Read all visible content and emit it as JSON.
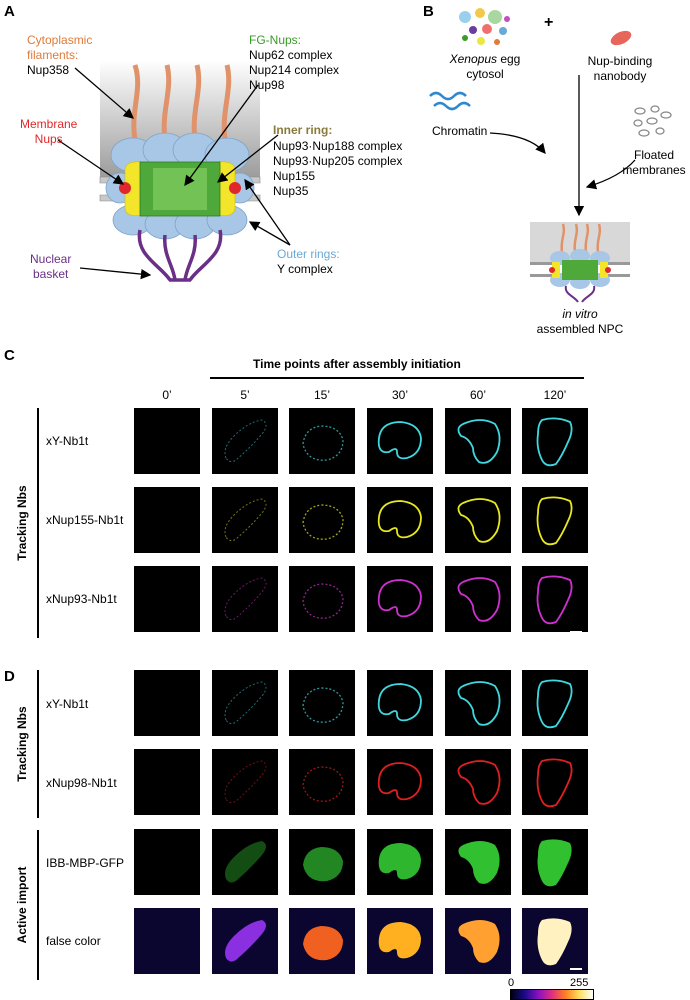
{
  "panels": {
    "A": "A",
    "B": "B",
    "C": "C",
    "D": "D"
  },
  "panelA": {
    "cyto": {
      "title1": "Cytoplasmic",
      "title2": "filaments:",
      "item": "Nup358"
    },
    "fg": {
      "title": "FG-Nups:",
      "items": [
        "Nup62 complex",
        "Nup214 complex",
        "Nup98"
      ]
    },
    "membrane": {
      "line1": "Membrane",
      "line2": "Nups"
    },
    "inner": {
      "title": "Inner ring:",
      "items": [
        "Nup93·Nup188 complex",
        "Nup93·Nup205 complex",
        "Nup155",
        "Nup35"
      ]
    },
    "outer": {
      "title": "Outer rings:",
      "item": "Y complex"
    },
    "basket": {
      "line1": "Nuclear",
      "line2": "basket"
    }
  },
  "panelB": {
    "xenopus_italic": "Xenopus",
    "xenopus_rest": " egg",
    "cytosol": "cytosol",
    "plus": "+",
    "nanobody1": "Nup-binding",
    "nanobody2": "nanobody",
    "chromatin": "Chromatin",
    "floated1": "Floated",
    "floated2": "membranes",
    "invitro": "in vitro",
    "assembled": "assembled NPC"
  },
  "panelC": {
    "header": "Time points after assembly initiation",
    "timepoints": [
      "0’",
      "5’",
      "15’",
      "30’",
      "60’",
      "120’"
    ],
    "group": "Tracking Nbs",
    "rows": [
      "xY-Nb1t",
      "xNup155-Nb1t",
      "xNup93-Nb1t"
    ]
  },
  "panelD": {
    "group1": "Tracking Nbs",
    "group2": "Active import",
    "rows": [
      "xY-Nb1t",
      "xNup98-Nb1t",
      "IBB-MBP-GFP",
      "false color"
    ],
    "colorbar": {
      "min": "0",
      "max": "255"
    }
  },
  "colors": {
    "cyan": "#3fd8e0",
    "yellow": "#e8e820",
    "magenta": "#d030d0",
    "red": "#e02020",
    "green": "#30c030"
  }
}
